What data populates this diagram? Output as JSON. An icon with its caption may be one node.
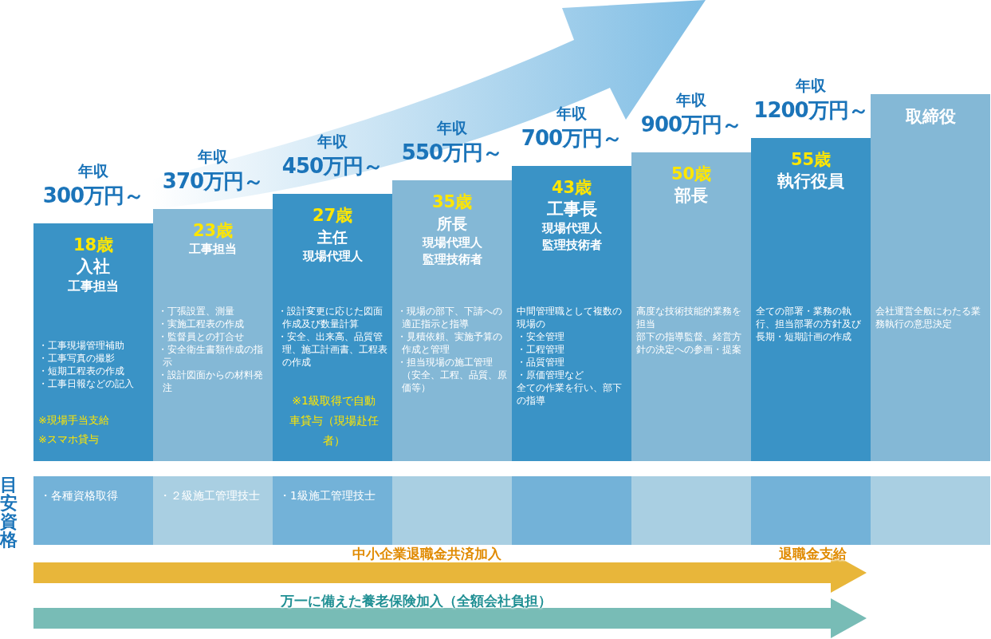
{
  "diagram": {
    "nodes": [
      {
        "text": [
          "18歳",
          "入社",
          "工事担当",
          "・工事現場管理補助",
          "・工事写真の撮影",
          "・短期工程表の作成",
          "・工事日報などの記入",
          "※現場手当支給",
          "※スマホ貸与"
        ],
        "beside": [
          "年収",
          "300万円～"
        ]
      },
      {
        "text": [
          "23歳",
          "工事担当",
          "・丁張設置、測量",
          "・実施工程表の作成",
          "・監督員との打合せ",
          "・安全衛生書類作成の指示",
          "・設計図面からの材料発注"
        ],
        "beside": [
          "年収",
          "370万円～"
        ]
      },
      {
        "text": [
          "27歳",
          "主任",
          "現場代理人",
          "・設計変更に応じた図面作成及び数量計算",
          "・安全、出来高、品質管理、施工計画書、工程表の作成",
          "※1級取得で自動車貸与（現場赴任者）"
        ],
        "beside": [
          "年収",
          "450万円～"
        ]
      },
      {
        "text": [
          "35歳",
          "所長",
          "現場代理人",
          "監理技術者",
          "・現場の部下、下請への適正指示と指導",
          "・見積依頼、実施予算の作成と管理",
          "・担当現場の施工管理（安全、工程、品質、原価等）"
        ],
        "beside": [
          "年収",
          "550万円～"
        ]
      },
      {
        "text": [
          "43歳",
          "工事長",
          "現場代理人",
          "監理技術者",
          "中間管理職として複数の現場の",
          "・安全管理",
          "・工程管理",
          "・品質管理",
          "・原価管理など",
          "全ての作業を行い、部下の指導"
        ],
        "beside": [
          "年収",
          "700万円～"
        ]
      },
      {
        "text": [
          "50歳",
          "部長",
          "高度な技術技能的業務を担当",
          "部下の指導監督、経営方針の決定への参画・提案"
        ],
        "beside": [
          "年収",
          "900万円～"
        ]
      },
      {
        "text": [
          "55歳",
          "執行役員",
          "全ての部署・業務の執行、担当部署の方針及び長期・短期計画の作成"
        ],
        "beside": [
          "年収",
          "1200万円～"
        ]
      },
      {
        "text": [
          "取締役",
          "会社運営全般にわたる業務執行の意思決定"
        ]
      },
      {
        "text": [
          "・各種資格取得"
        ]
      },
      {
        "text": [
          "・２級施工管理技士"
        ]
      },
      {
        "text": [
          "・1級施工管理技士"
        ]
      },
      {
        "text": [],
        "shape": "box"
      },
      {
        "text": [],
        "shape": "box"
      },
      {
        "text": [],
        "shape": "box"
      },
      {
        "text": [],
        "shape": "box"
      },
      {
        "text": [],
        "shape": "box"
      },
      {
        "text": [
          "中小企業退職金共済加入",
          "退職金支給"
        ]
      },
      {
        "text": [
          "万一に備えた養老保険加入（全額会社負担）"
        ]
      }
    ],
    "edges": [],
    "labels": [
      "目安資格"
    ]
  }
}
